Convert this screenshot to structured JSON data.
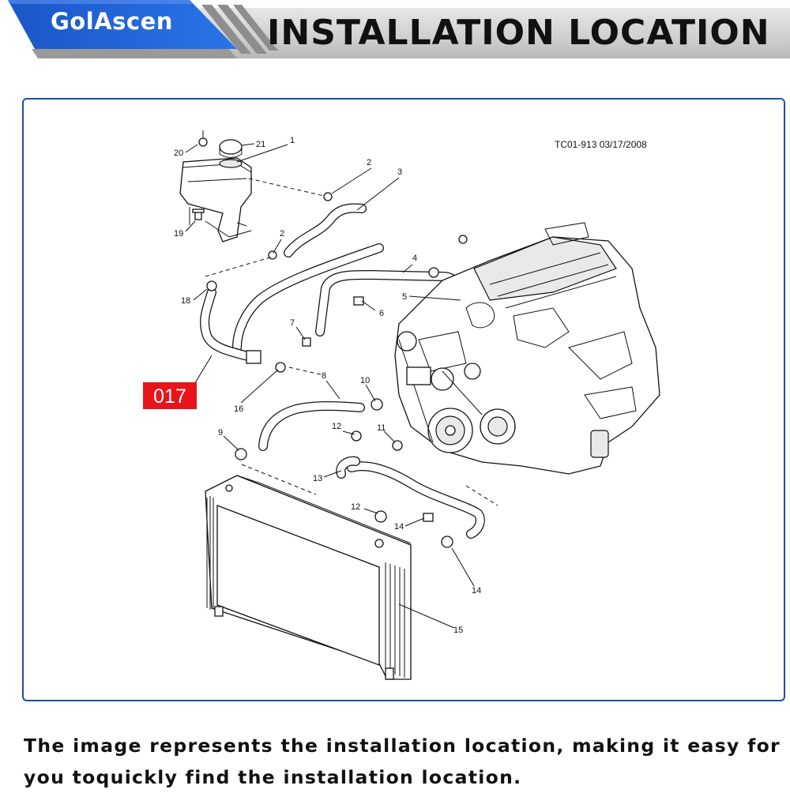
{
  "header": {
    "brand": "GolAscen",
    "title": "INSTALLATION LOCATION"
  },
  "diagram": {
    "reference": "TC01-913  03/17/2008",
    "highlight_label": "017",
    "callouts": [
      "1",
      "2",
      "3",
      "2",
      "4",
      "5",
      "6",
      "7",
      "8",
      "9",
      "10",
      "11",
      "12",
      "12",
      "13",
      "14",
      "14",
      "15",
      "16",
      "18",
      "19",
      "20",
      "21"
    ]
  },
  "caption": {
    "text": "The image represents the installation location, making it easy for you toquickly find the installation location."
  },
  "colors": {
    "brand_blue": "#1a5fd1",
    "frame_border": "#1f4fa8",
    "highlight_red": "#e8141a",
    "banner_gray": "#c9c9c9"
  }
}
